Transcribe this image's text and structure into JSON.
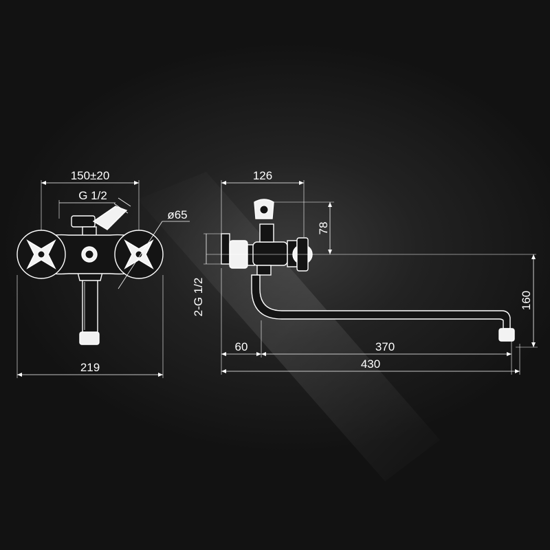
{
  "front_view": {
    "dimensions": {
      "wall_center_distance": "150±20",
      "diverter_thread": "G 1/2",
      "handle_diameter": "ø65",
      "overall_width": "219"
    }
  },
  "side_view": {
    "dimensions": {
      "body_depth": "126",
      "top_height": "78",
      "inlet_thread": "2-G 1/2",
      "spout_drop": "160",
      "eccentric_offset": "60",
      "spout_length": "370",
      "overall_length": "430"
    }
  },
  "colors": {
    "background": "#141414",
    "line": "#ffffff",
    "highlight": "#3a3a3a"
  }
}
